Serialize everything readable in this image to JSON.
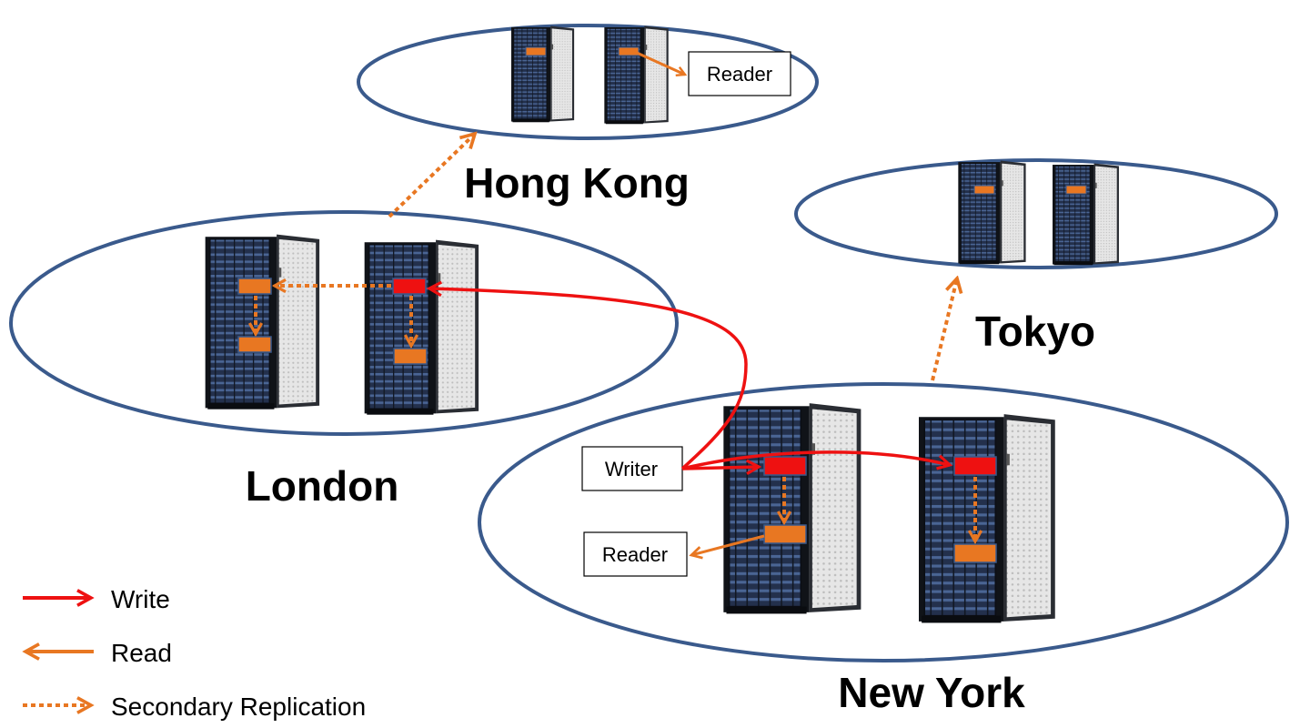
{
  "sites": {
    "hong_kong": "Hong Kong",
    "london": "London",
    "tokyo": "Tokyo",
    "new_york": "New York"
  },
  "boxes": {
    "reader_hong_kong": "Reader",
    "writer_new_york": "Writer",
    "reader_new_york": "Reader"
  },
  "legend": {
    "write": "Write",
    "read": "Read",
    "secondary_replication": "Secondary Replication"
  },
  "colors": {
    "write": "#ee1111",
    "read": "#e87722",
    "replication": "#e87722",
    "ellipse_stroke": "#3a5a8c",
    "primary_block": "#ee1111",
    "secondary_block": "#e87722"
  }
}
